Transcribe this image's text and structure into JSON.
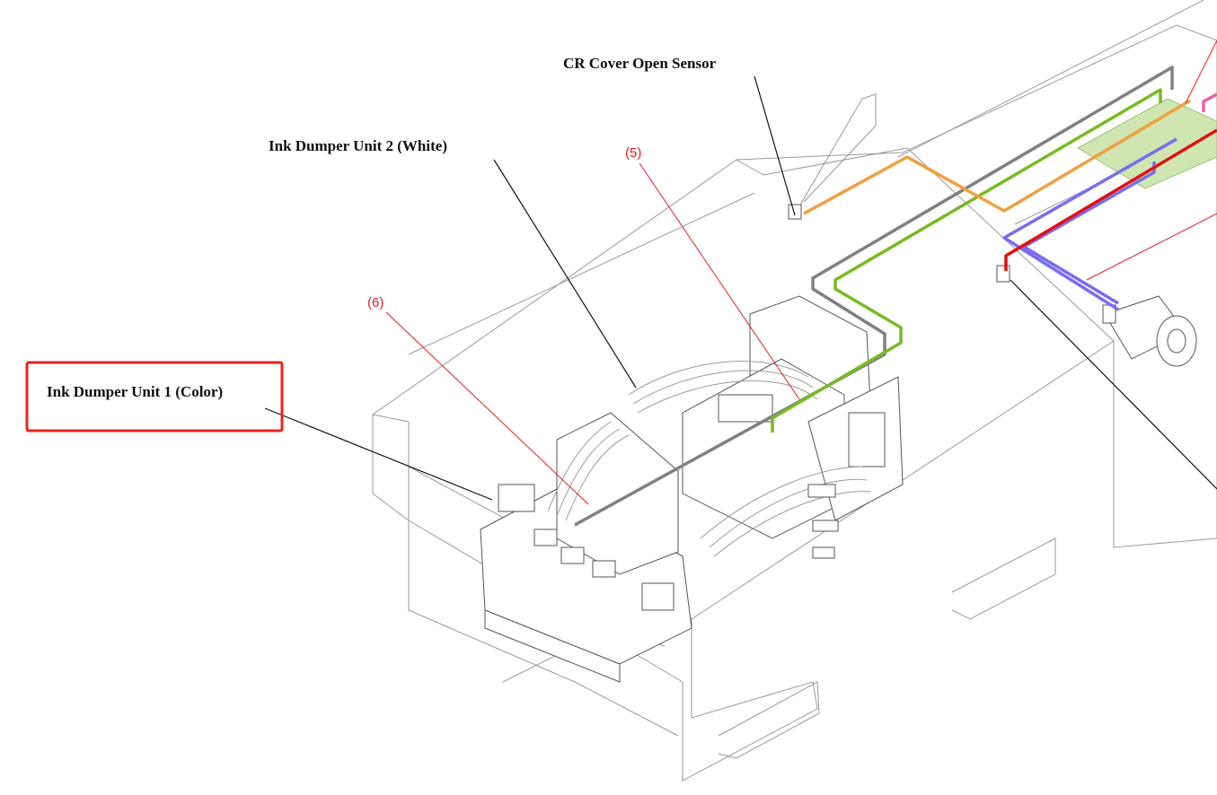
{
  "labels": {
    "cr_cover_open_sensor": "CR Cover Open Sensor",
    "ink_dumper_unit_2": "Ink Dumper Unit 2 (White)",
    "ink_dumper_unit_1": "Ink Dumper Unit 1 (Color)",
    "callout_5": "(5)",
    "callout_6": "(6)"
  },
  "colors": {
    "highlight": "#e8241c",
    "cable_gray": "#808080",
    "cable_green": "#77bb22",
    "cable_orange": "#f0a040",
    "cable_purple": "#7a6cf0",
    "cable_red": "#e01010",
    "cable_pink": "#f060a0",
    "board": "#cfe6b0",
    "callout": "#e02020"
  }
}
